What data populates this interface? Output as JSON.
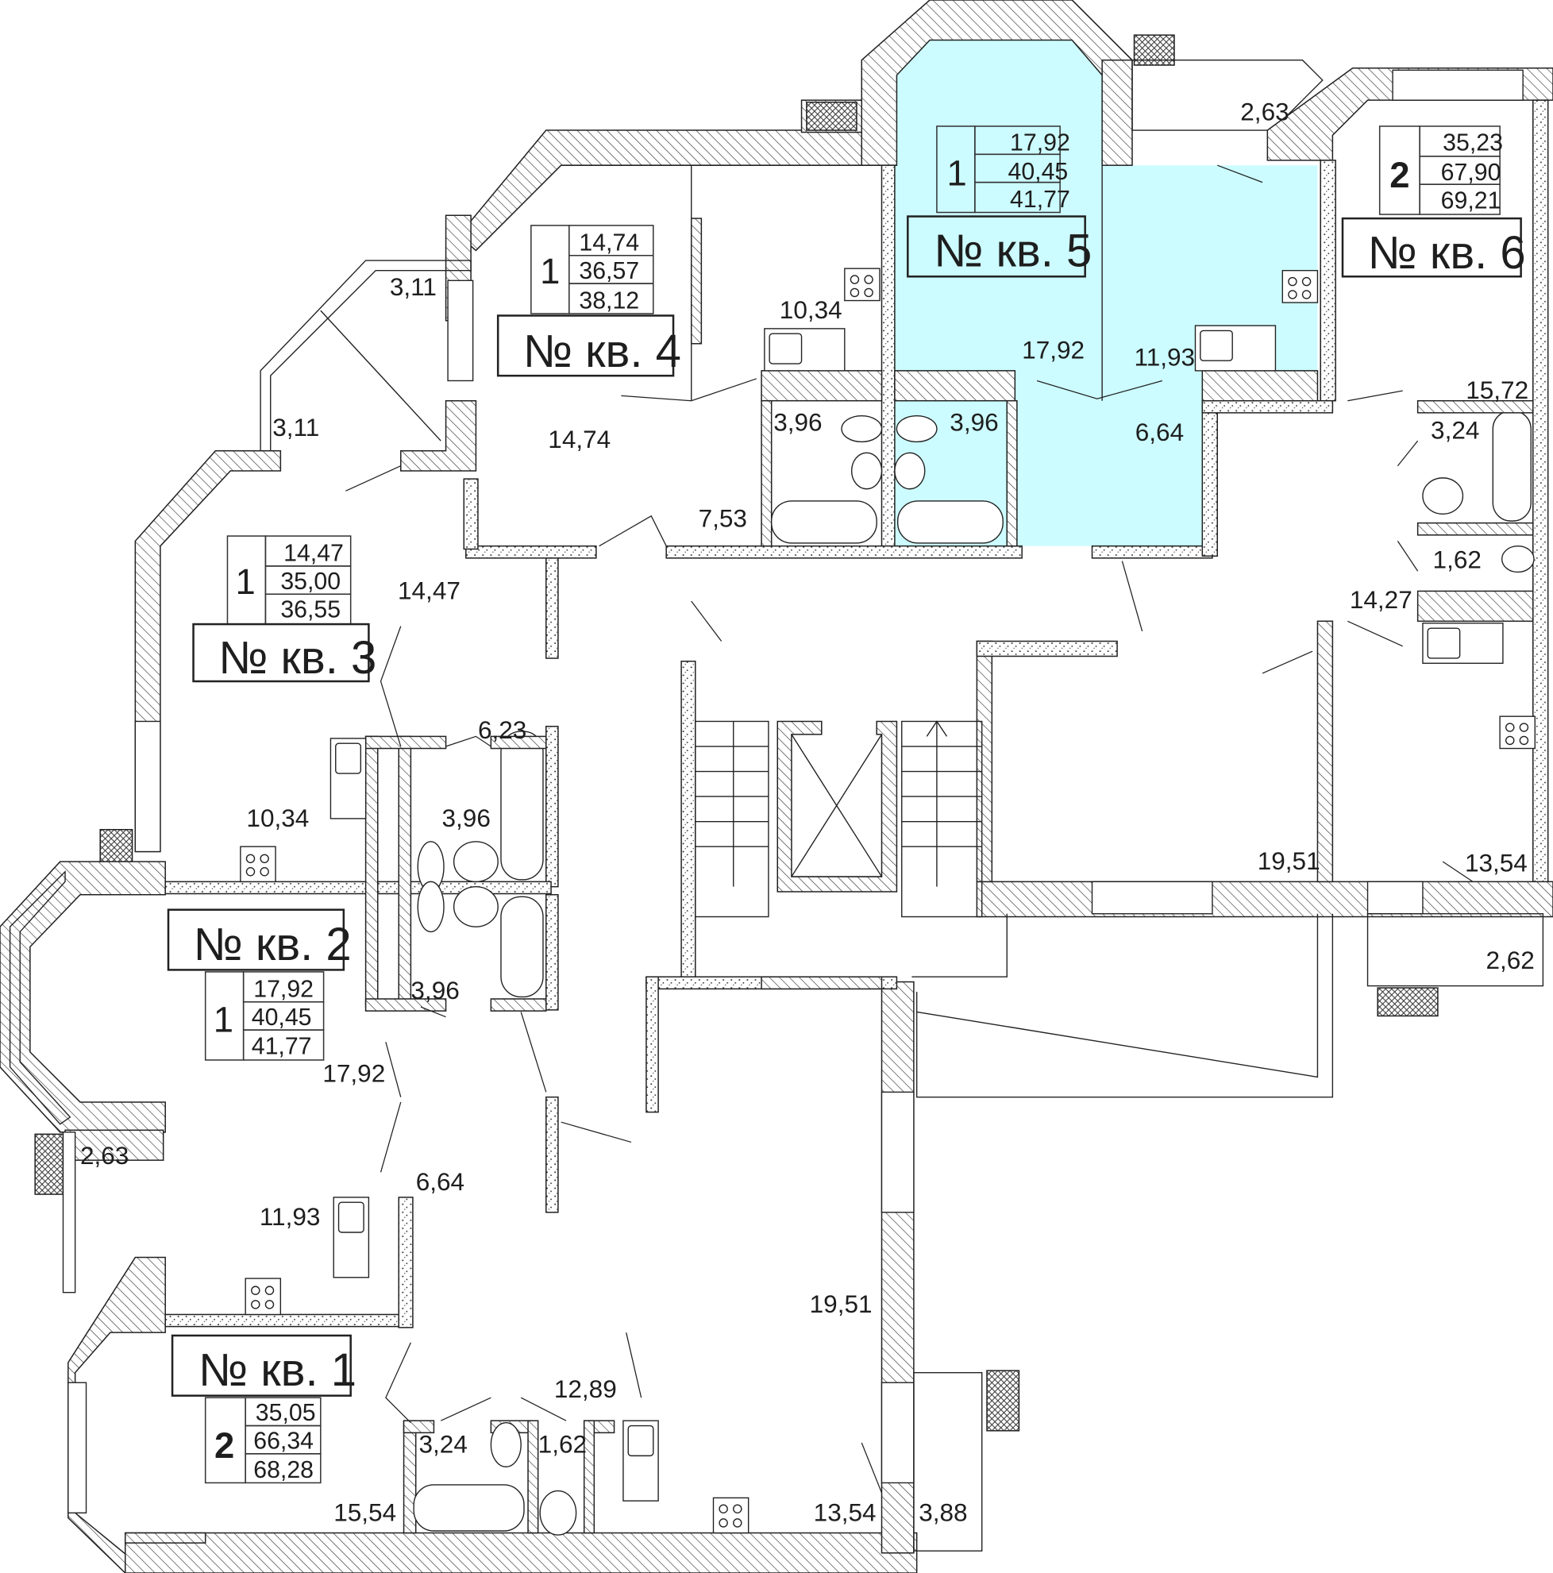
{
  "plan": {
    "type": "residential floor plan",
    "highlight_color": "#ccfcff",
    "highlighted_apartment": "5"
  },
  "apartments": [
    {
      "id": "1",
      "label": "№ кв. 1",
      "rooms": "2",
      "living_area": "35,05",
      "total_area": "66,34",
      "total_with_balcony": "68,28"
    },
    {
      "id": "2",
      "label": "№ кв. 2",
      "rooms": "1",
      "living_area": "17,92",
      "total_area": "40,45",
      "total_with_balcony": "41,77"
    },
    {
      "id": "3",
      "label": "№ кв. 3",
      "rooms": "1",
      "living_area": "14,47",
      "total_area": "35,00",
      "total_with_balcony": "36,55"
    },
    {
      "id": "4",
      "label": "№ кв. 4",
      "rooms": "1",
      "living_area": "14,74",
      "total_area": "36,57",
      "total_with_balcony": "38,12"
    },
    {
      "id": "5",
      "label": "№ кв. 5",
      "rooms": "1",
      "living_area": "17,92",
      "total_area": "40,45",
      "total_with_balcony": "41,77"
    },
    {
      "id": "6",
      "label": "№ кв. 6",
      "rooms": "2",
      "living_area": "35,23",
      "total_area": "67,90",
      "total_with_balcony": "69,21"
    }
  ],
  "room_areas": {
    "apt5_balcony": "2,63",
    "apt5_living": "17,92",
    "apt5_kitchen": "11,93",
    "apt5_bath": "3,96",
    "apt5_hall": "6,64",
    "apt4_kitchen": "10,34",
    "apt4_living": "14,74",
    "apt4_bath": "3,96",
    "apt4_hall": "7,53",
    "apt4_balcony_a": "3,11",
    "apt4_balcony_b": "3,11",
    "apt3_living": "14,47",
    "apt3_hall": "6,23",
    "apt3_kitchen": "10,34",
    "apt3_bath": "3,96",
    "apt2_bath": "3,96",
    "apt2_living": "17,92",
    "apt2_balcony": "2,63",
    "apt2_hall": "6,64",
    "apt2_kitchen": "11,93",
    "apt1_room_a": "19,51",
    "apt1_hall": "12,89",
    "apt1_bath": "3,24",
    "apt1_wc": "1,62",
    "apt1_room_b": "15,54",
    "apt1_kitchen": "13,54",
    "apt1_balcony": "3,88",
    "apt6_room_a": "15,72",
    "apt6_bath": "3,24",
    "apt6_wc": "1,62",
    "apt6_hall": "14,27",
    "apt6_room_b": "19,51",
    "apt6_kitchen": "13,54",
    "apt6_balcony": "2,62"
  }
}
